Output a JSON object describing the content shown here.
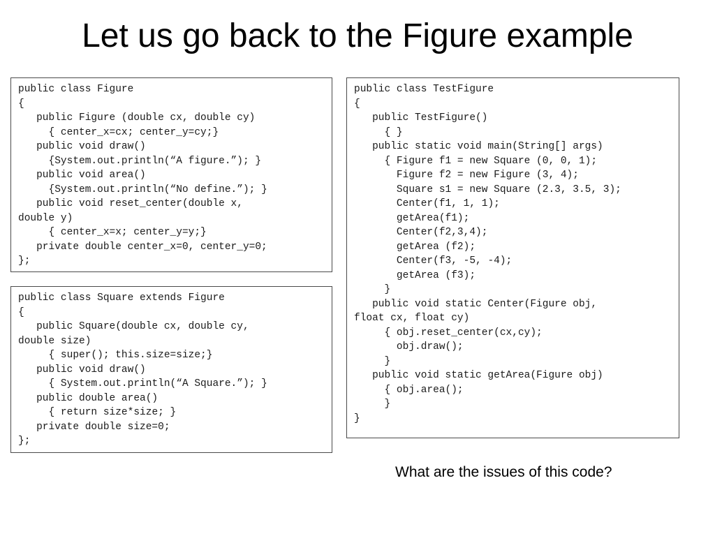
{
  "title": "Let us go back to the Figure example",
  "code_blocks": {
    "figure_class": "public class Figure\n{\n   public Figure (double cx, double cy)\n     { center_x=cx; center_y=cy;}\n   public void draw()\n     {System.out.println(“A figure.”); }\n   public void area()\n     {System.out.println(“No define.”); }\n   public void reset_center(double x,\ndouble y)\n     { center_x=x; center_y=y;}\n   private double center_x=0, center_y=0;\n};",
    "square_class": "public class Square extends Figure\n{\n   public Square(double cx, double cy,\ndouble size)\n     { super(); this.size=size;}\n   public void draw()\n     { System.out.println(“A Square.”); }\n   public double area()\n     { return size*size; }\n   private double size=0;\n};",
    "test_figure_class": "public class TestFigure\n{\n   public TestFigure()\n     { }\n   public static void main(String[] args)\n     { Figure f1 = new Square (0, 0, 1);\n       Figure f2 = new Figure (3, 4);\n       Square s1 = new Square (2.3, 3.5, 3);\n       Center(f1, 1, 1);\n       getArea(f1);\n       Center(f2,3,4);\n       getArea (f2);\n       Center(f3, -5, -4);\n       getArea (f3);\n     }\n   public void static Center(Figure obj,\nfloat cx, float cy)\n     { obj.reset_center(cx,cy);\n       obj.draw();\n     }\n   public void static getArea(Figure obj)\n     { obj.area();\n     }\n}"
  },
  "question": "What are the issues of this code?"
}
